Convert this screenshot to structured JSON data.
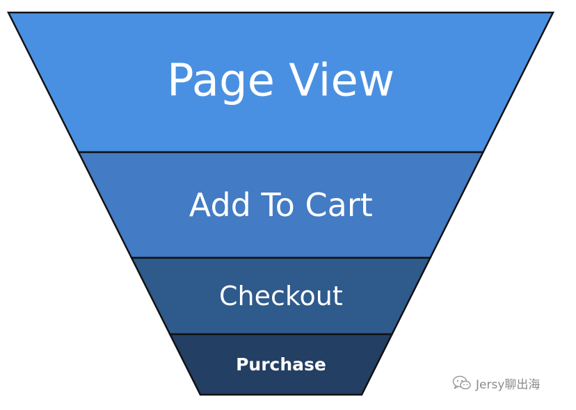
{
  "diagram": {
    "type": "funnel",
    "stages": [
      {
        "label": "Page View",
        "color": "#4a90e2"
      },
      {
        "label": "Add To Cart",
        "color": "#437bc4"
      },
      {
        "label": "Checkout",
        "color": "#2f5a8c"
      },
      {
        "label": "Purchase",
        "color": "#233f63"
      }
    ],
    "outline_color": "#111111"
  },
  "watermark": {
    "text": "Jersy聊出海",
    "icon": "wechat-icon",
    "color": "#8a8a8a"
  }
}
